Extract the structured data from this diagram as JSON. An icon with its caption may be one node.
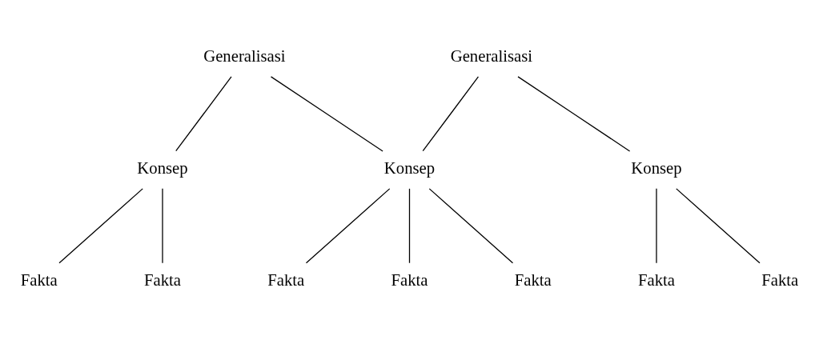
{
  "diagram": {
    "nodes": [
      {
        "text": [
          "Generalisasi"
        ]
      },
      {
        "text": [
          "Generalisasi"
        ]
      },
      {
        "text": [
          "Konsep"
        ]
      },
      {
        "text": [
          "Konsep"
        ]
      },
      {
        "text": [
          "Konsep"
        ]
      },
      {
        "text": [
          "Fakta"
        ]
      },
      {
        "text": [
          "Fakta"
        ]
      },
      {
        "text": [
          "Fakta"
        ]
      },
      {
        "text": [
          "Fakta"
        ]
      },
      {
        "text": [
          "Fakta"
        ]
      },
      {
        "text": [
          "Fakta"
        ]
      },
      {
        "text": [
          "Fakta"
        ]
      }
    ],
    "edges": [
      {
        "from": 0,
        "to": 2,
        "arrow": "none"
      },
      {
        "from": 0,
        "to": 3,
        "arrow": "none"
      },
      {
        "from": 1,
        "to": 3,
        "arrow": "none"
      },
      {
        "from": 1,
        "to": 4,
        "arrow": "none"
      },
      {
        "from": 2,
        "to": 5,
        "arrow": "none"
      },
      {
        "from": 2,
        "to": 6,
        "arrow": "none"
      },
      {
        "from": 3,
        "to": 7,
        "arrow": "none"
      },
      {
        "from": 3,
        "to": 8,
        "arrow": "none"
      },
      {
        "from": 3,
        "to": 9,
        "arrow": "none"
      },
      {
        "from": 4,
        "to": 10,
        "arrow": "none"
      },
      {
        "from": 4,
        "to": 11,
        "arrow": "none"
      }
    ]
  }
}
